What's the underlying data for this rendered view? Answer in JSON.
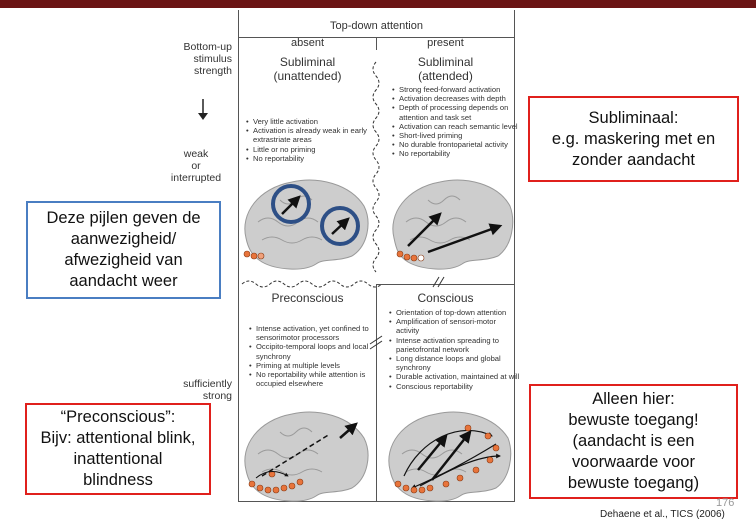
{
  "figure": {
    "top_header": "Top-down attention",
    "col_absent": "absent",
    "col_present": "present",
    "row_header": [
      "Bottom-up",
      "stimulus",
      "strength"
    ],
    "weak_label": [
      "weak",
      "or",
      "interrupted"
    ],
    "strong_label": [
      "sufficiently",
      "strong"
    ],
    "q_subliminal_unattended": {
      "title": [
        "Subliminal",
        "(unattended)"
      ]
    },
    "q_subliminal_attended": {
      "title": [
        "Subliminal",
        "(attended)"
      ]
    },
    "q_preconscious": {
      "title": [
        "Preconscious"
      ]
    },
    "q_conscious": {
      "title": [
        "Conscious"
      ]
    },
    "bullets_unattended": [
      "Very little activation",
      "Activation is already weak in early extrastriate areas",
      "Little or no priming",
      "No reportability"
    ],
    "bullets_attended": [
      "Strong feed-forward activation",
      "Activation decreases with depth",
      "Depth of processing depends on attention and task set",
      "Activation can reach semantic level",
      "Short-lived priming",
      "No durable frontoparietal activity",
      "No reportability"
    ],
    "bullets_preconscious": [
      "Intense activation, yet confined to sensorimotor processors",
      "Occipito-temporal loops and local synchrony",
      "Priming at multiple levels",
      "No reportability while attention is occupied elsewhere"
    ],
    "bullets_conscious": [
      "Orientation of top-down attention",
      "Amplification of sensori-motor activity",
      "Intense activation spreading to parietofrontal network",
      "Long distance loops and global synchrony",
      "Durable activation, maintained at will",
      "Conscious reportability"
    ]
  },
  "callouts": {
    "subliminaal": [
      "Subliminaal:",
      "e.g. maskering met en",
      "zonder aandacht"
    ],
    "pijlen": [
      "Deze pijlen geven de",
      "aanwezigheid/",
      "afwezigheid van",
      "aandacht weer"
    ],
    "preconscious": [
      "“Preconscious”:",
      "Bijv: attentional blink,",
      "inattentional",
      "blindness"
    ],
    "alleen_hier": [
      "Alleen hier:",
      "bewuste toegang!",
      "(aandacht is een",
      "voorwaarde voor",
      "bewuste toegang)"
    ]
  },
  "footer": {
    "page_number": "176",
    "citation": "Dehaene et al., TICS (2006)"
  },
  "colors": {
    "top_bar": "#6b1414",
    "red_border": "#e0201c",
    "blue_border": "#4a7ec2",
    "circle": "#2d4f86",
    "node": "#e8743b"
  }
}
